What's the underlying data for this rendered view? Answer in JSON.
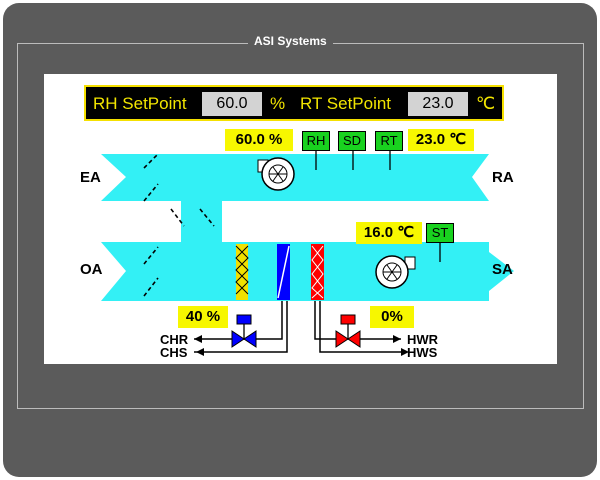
{
  "brand": "ASI Systems",
  "setpoints": {
    "rh_label": "RH SetPoint",
    "rh_value": "60.0",
    "rh_unit": "%",
    "rt_label": "RT SetPoint",
    "rt_value": "23.0",
    "rt_unit": "℃"
  },
  "readings": {
    "return_humidity": "60.0 %",
    "return_temp": "23.0 ℃",
    "supply_temp": "16.0 ℃",
    "chilled_valve": "40 %",
    "hot_valve": "0%"
  },
  "sensors": {
    "rh": "RH",
    "sd": "SD",
    "rt": "RT",
    "st": "ST"
  },
  "labels": {
    "ea": "EA",
    "ra": "RA",
    "oa": "OA",
    "sa": "SA",
    "chr": "CHR",
    "chs": "CHS",
    "hwr": "HWR",
    "hws": "HWS"
  },
  "colors": {
    "duct": "#33f0f5",
    "setpoint_panel_bg": "#000000",
    "setpoint_text": "#f2e500",
    "value_box": "#f7f700",
    "sensor_box": "#19d21f",
    "cooling_coil": "#0000ff",
    "heating_coil": "#ff0000",
    "filter": "#f0e000"
  }
}
